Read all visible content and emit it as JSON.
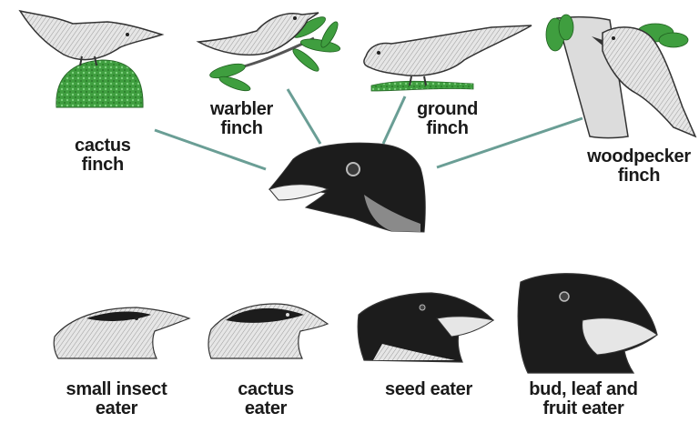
{
  "top_finches": [
    {
      "line1": "cactus",
      "line2": "finch"
    },
    {
      "line1": "warbler",
      "line2": "finch"
    },
    {
      "line1": "ground",
      "line2": "finch"
    },
    {
      "line1": "woodpecker",
      "line2": "finch"
    }
  ],
  "beak_types": [
    {
      "line1": "small insect",
      "line2": "eater"
    },
    {
      "line1": "cactus",
      "line2": "eater"
    },
    {
      "line1": "seed eater",
      "line2": ""
    },
    {
      "line1": "bud, leaf and",
      "line2": "fruit eater"
    }
  ],
  "colors": {
    "connector": "#6a9e95",
    "foliage": "#3f9e3f",
    "bird_body": "#e8e8e8",
    "head_dark": "#1c1c1c",
    "outline": "#333333"
  }
}
